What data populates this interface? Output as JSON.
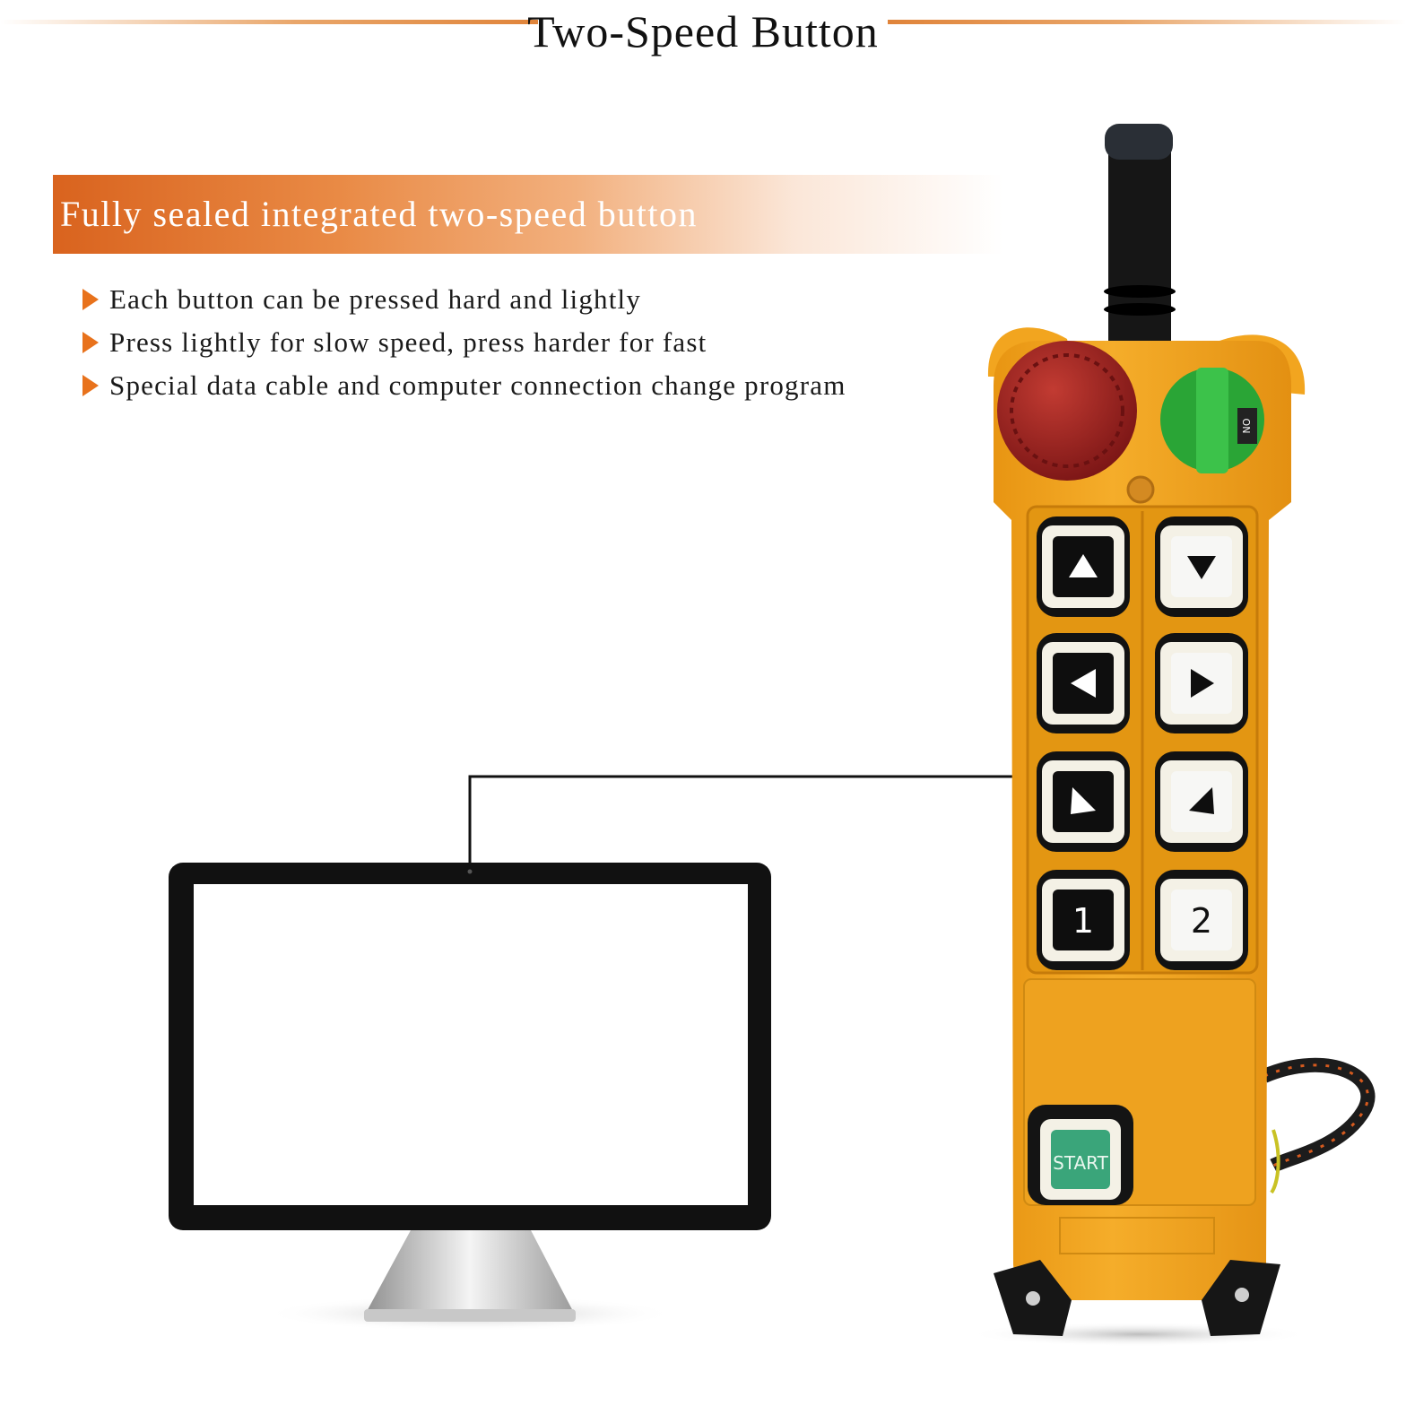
{
  "header": {
    "title": "Two-Speed Button"
  },
  "banner": {
    "text": "Fully sealed integrated two-speed button"
  },
  "features": [
    "Each button can be pressed hard and lightly",
    "Press lightly for slow speed, press harder for fast",
    "Special data cable and computer connection change program"
  ],
  "remote": {
    "buttons": [
      {
        "icon": "arrow-up-icon"
      },
      {
        "icon": "arrow-down-icon"
      },
      {
        "icon": "arrow-left-icon"
      },
      {
        "icon": "arrow-right-icon"
      },
      {
        "icon": "arrow-diagonal-left-icon"
      },
      {
        "icon": "arrow-diagonal-right-icon"
      },
      {
        "label": "1"
      },
      {
        "label": "2"
      }
    ],
    "start_label": "START",
    "switch_label": "ON"
  },
  "colors": {
    "accent": "#e8721c",
    "body": "#f2a51f",
    "emergency_red": "#9e1c1c",
    "switch_green": "#2aa536",
    "start_green": "#3aa57a"
  }
}
